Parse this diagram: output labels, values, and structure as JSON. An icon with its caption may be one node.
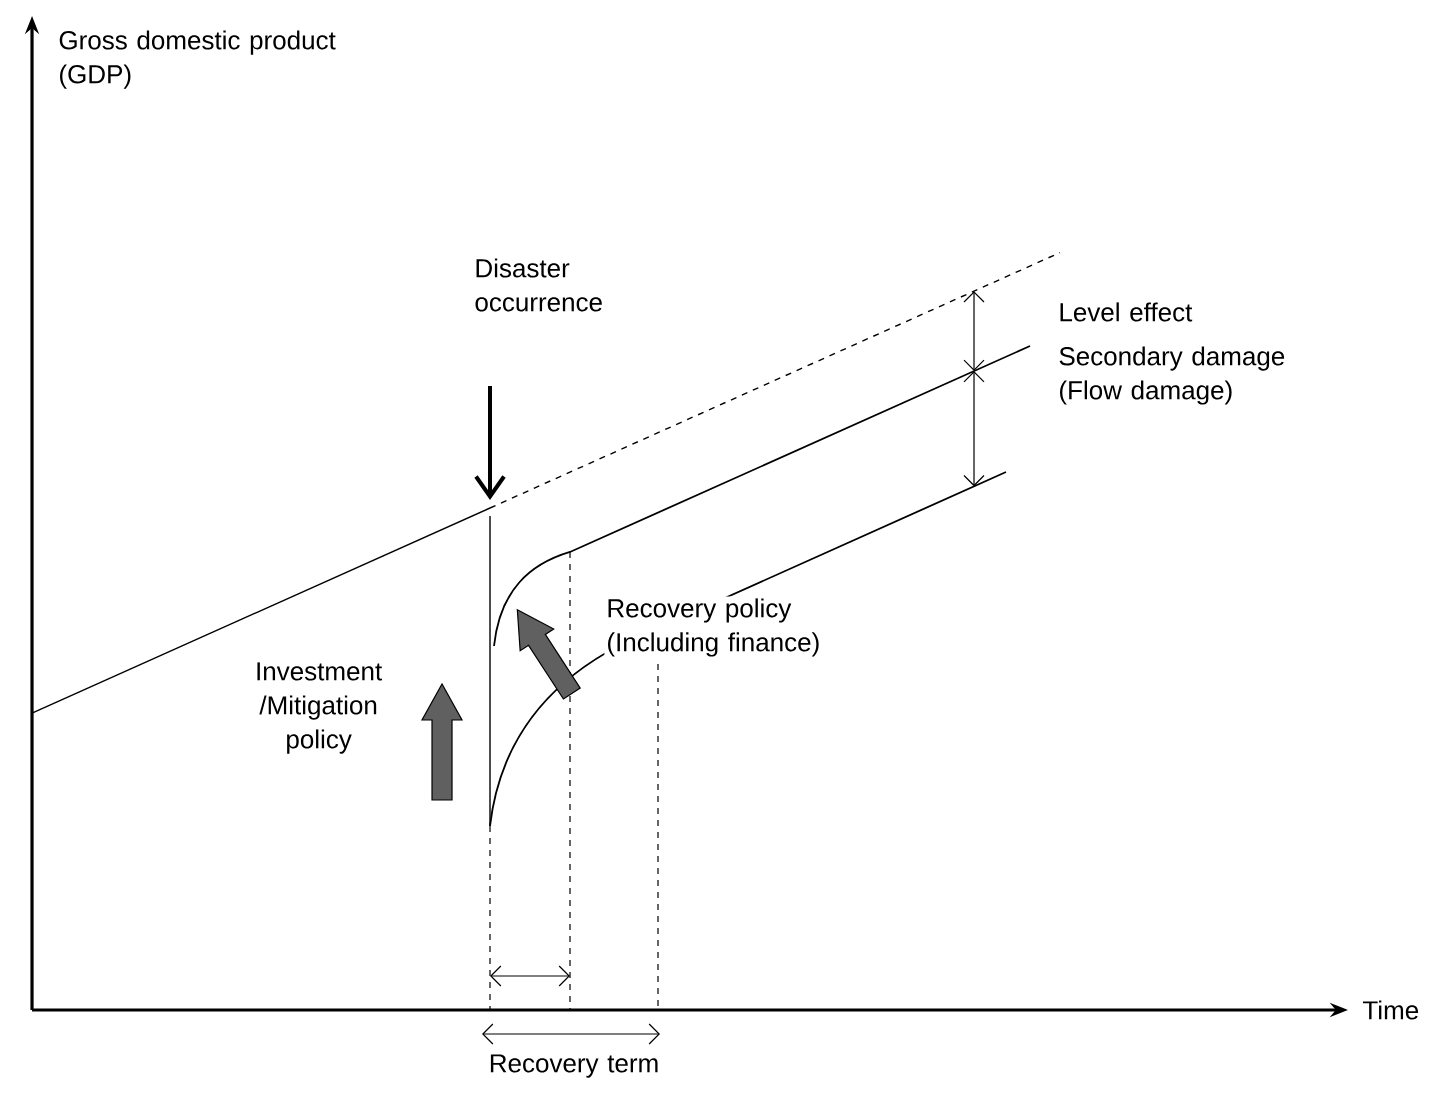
{
  "diagram": {
    "labels": [
      "Gross domestic product (GDP)",
      "Disaster occurrence",
      "Level effect",
      "Secondary damage (Flow damage)",
      "Recovery policy (Including finance)",
      "Investment /Mitigation policy",
      "Time",
      "Recovery term"
    ]
  }
}
